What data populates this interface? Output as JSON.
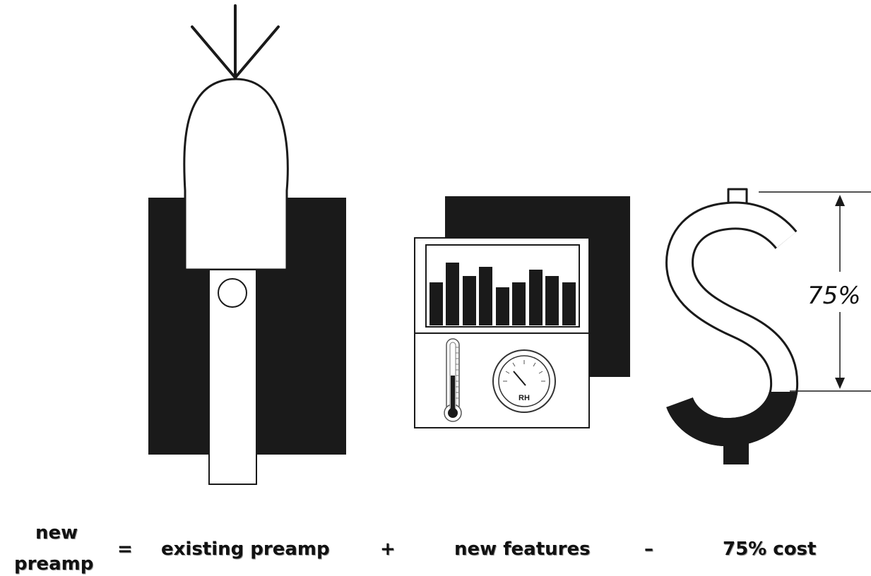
{
  "equation": {
    "result_line1": "new",
    "result_line2": "preamp",
    "equals": "=",
    "term1": "existing preamp",
    "plus": "+",
    "term2": "new features",
    "minus": "–",
    "term3": "75% cost"
  },
  "cost_panel": {
    "percent_label": "75%",
    "icon": "dollar-sign-icon"
  },
  "features_panel": {
    "gauge_label": "RH",
    "icons": [
      "bar-chart-icon",
      "thermometer-icon",
      "humidity-gauge-icon"
    ]
  },
  "preamp_panel": {
    "icon": "microphone-preamp-icon"
  },
  "colors": {
    "ink": "#1a1a1a",
    "paper": "#ffffff"
  }
}
